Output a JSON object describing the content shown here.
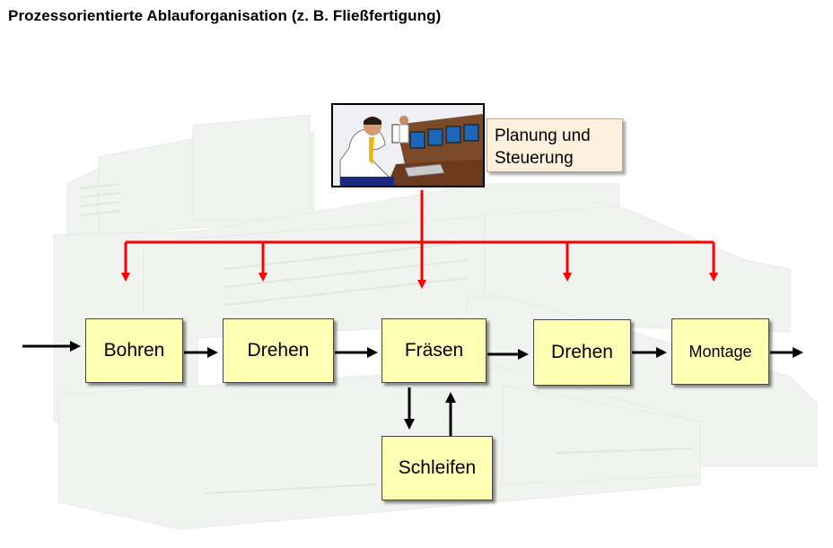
{
  "title": "Prozessorientierte Ablauforganisation (z. B. Fließfertigung)",
  "planning": {
    "line1": "Planung und",
    "line2": "Steuerung"
  },
  "stations": [
    "Bohren",
    "Drehen",
    "Fräsen",
    "Drehen",
    "Montage"
  ],
  "side_station": "Schleifen",
  "colors": {
    "box_fill": "#ffffb3",
    "control_arrows": "#ff0000",
    "flow_arrows": "#000000",
    "label_fill": "#fdf0dc"
  },
  "icons": [
    "factory-background-illustration",
    "control-room-operator-photo"
  ]
}
